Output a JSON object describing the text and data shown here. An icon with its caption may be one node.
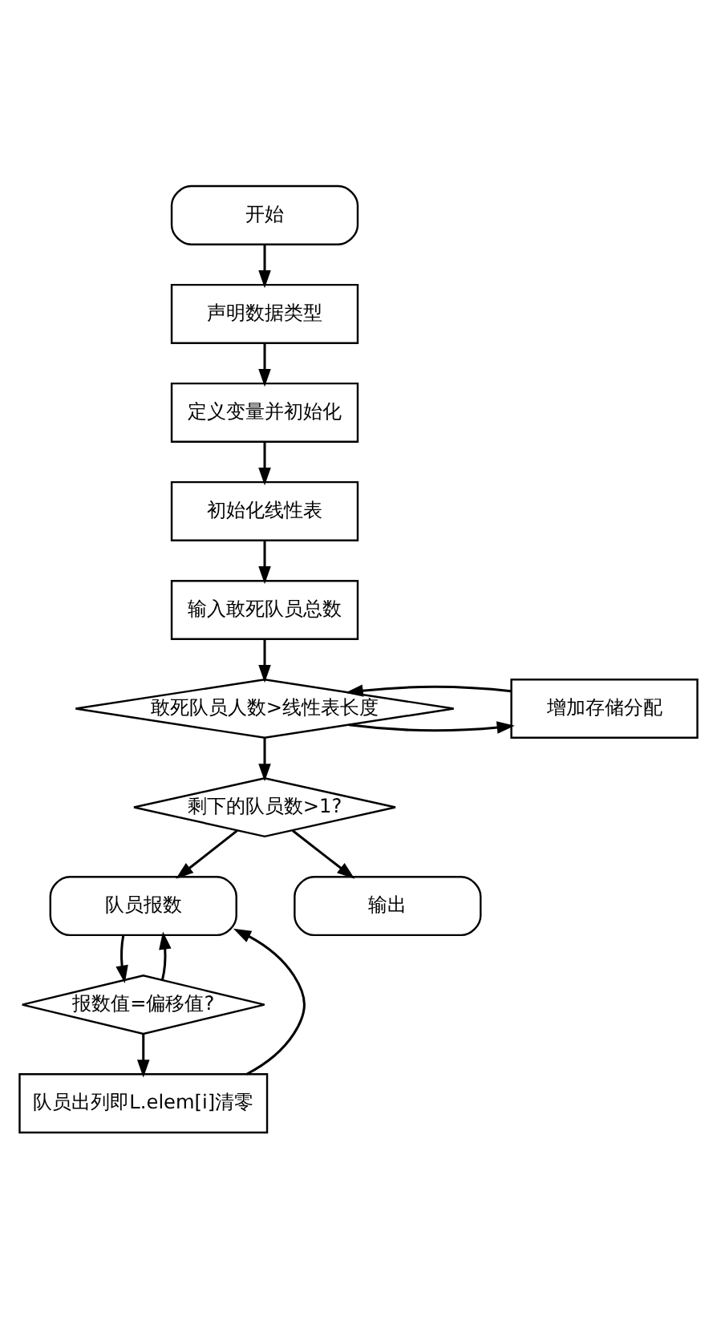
{
  "diagram": {
    "nodes": [
      {
        "text": [
          "开始"
        ]
      },
      {
        "text": [
          "声明数据类型"
        ]
      },
      {
        "text": [
          "定义变量并初始化"
        ]
      },
      {
        "text": [
          "初始化线性表"
        ]
      },
      {
        "text": [
          "输入敢死队员总数"
        ]
      },
      {
        "text": [
          "敢死队员人数>线性表长度"
        ]
      },
      {
        "text": [
          "增加存储分配"
        ]
      },
      {
        "text": [
          "剩下的队员数>1?"
        ]
      },
      {
        "text": [
          "队员报数"
        ]
      },
      {
        "text": [
          "报数值=偏移值?"
        ]
      },
      {
        "text": [
          "队员出列即L.elem[i]清零"
        ]
      },
      {
        "text": [
          "输出"
        ]
      }
    ],
    "edges": [
      {
        "from": 0,
        "to": 1,
        "arrow": "to"
      },
      {
        "from": 1,
        "to": 2,
        "arrow": "to"
      },
      {
        "from": 2,
        "to": 3,
        "arrow": "to"
      },
      {
        "from": 3,
        "to": 4,
        "arrow": "to"
      },
      {
        "from": 4,
        "to": 5,
        "arrow": "to"
      },
      {
        "from": 5,
        "to": 6,
        "arrow": "to"
      },
      {
        "from": 6,
        "to": 5,
        "arrow": "to"
      },
      {
        "from": 5,
        "to": 7,
        "arrow": "to"
      },
      {
        "from": 7,
        "to": 8,
        "arrow": "to"
      },
      {
        "from": 7,
        "to": 11,
        "arrow": "to"
      },
      {
        "from": 8,
        "to": 9,
        "arrow": "to"
      },
      {
        "from": 9,
        "to": 8,
        "arrow": "to"
      },
      {
        "from": 9,
        "to": 10,
        "arrow": "to"
      },
      {
        "from": 10,
        "to": 8,
        "arrow": "to"
      }
    ]
  }
}
